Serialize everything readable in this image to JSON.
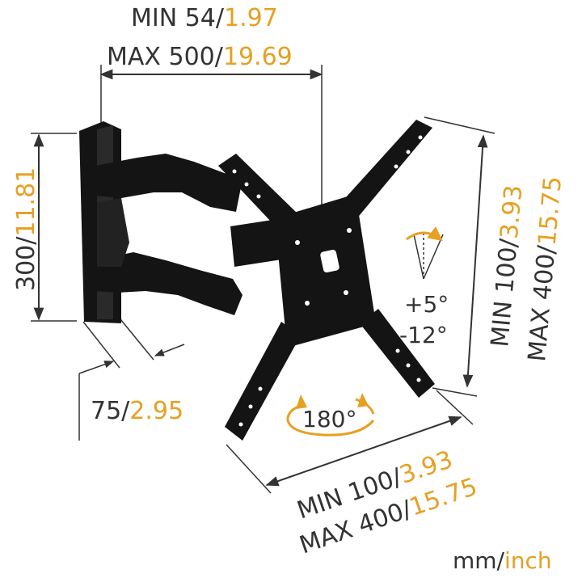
{
  "width_dimension": {
    "min_mm": "MIN 54/",
    "min_inch": "1.97",
    "max_mm": "MAX 500/",
    "max_inch": "19.69"
  },
  "height_dimension": {
    "mm": "300/",
    "inch": "11.81"
  },
  "depth_dimension": {
    "mm": "75/",
    "inch": "2.95"
  },
  "vesa_vertical": {
    "min_mm": "MIN 100/",
    "min_inch": "3.93",
    "max_mm": "MAX 400/",
    "max_inch": "15.75"
  },
  "vesa_horizontal": {
    "min_mm": "MIN 100/",
    "min_inch": "3.93",
    "max_mm": "MAX 400/",
    "max_inch": "15.75"
  },
  "tilt": {
    "up": "+5°",
    "down": "-12°"
  },
  "swivel": {
    "label": "180°"
  },
  "units": {
    "mm": "mm/",
    "inch": "inch"
  },
  "colors": {
    "accent": "#e6a022",
    "text": "#333333",
    "mount": "#141414"
  }
}
